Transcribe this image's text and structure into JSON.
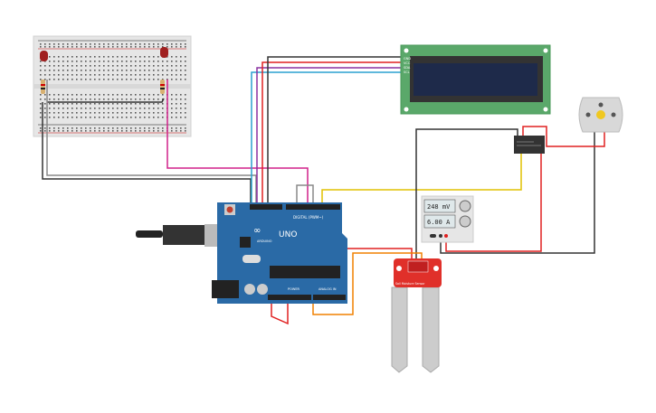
{
  "lcd": {
    "pins": [
      "GND",
      "VCC",
      "SDA",
      "SCL"
    ]
  },
  "arduino": {
    "brand": "ARDUINO",
    "model": "UNO",
    "digital_label": "DIGITAL (PWM~)",
    "power_label": "POWER",
    "analog_label": "ANALOG IN"
  },
  "power_supply": {
    "voltage": "248 mV",
    "current": "6.00 A"
  },
  "soil_sensor": {
    "label": "Soil Moisture Sensor"
  },
  "colors": {
    "board": "#2a6aa6",
    "lcd_pcb": "#5aa86a",
    "lcd_screen": "#1e2a4a",
    "sensor": "#e0302a",
    "wire_red": "#e02020",
    "wire_black": "#333333",
    "wire_magenta": "#d0208a",
    "wire_cyan": "#2aa0d0",
    "wire_purple": "#8a30a0",
    "wire_yellow": "#e0c000",
    "wire_orange": "#f08000"
  }
}
